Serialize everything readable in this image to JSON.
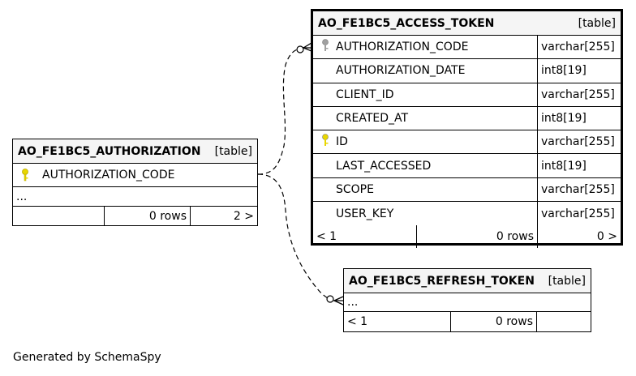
{
  "access_token": {
    "name": "AO_FE1BC5_ACCESS_TOKEN",
    "kind": "[table]",
    "columns": [
      {
        "name": "AUTHORIZATION_CODE",
        "type": "varchar[255]",
        "key": "foreign"
      },
      {
        "name": "AUTHORIZATION_DATE",
        "type": "int8[19]",
        "key": "none"
      },
      {
        "name": "CLIENT_ID",
        "type": "varchar[255]",
        "key": "none"
      },
      {
        "name": "CREATED_AT",
        "type": "int8[19]",
        "key": "none"
      },
      {
        "name": "ID",
        "type": "varchar[255]",
        "key": "primary"
      },
      {
        "name": "LAST_ACCESSED",
        "type": "int8[19]",
        "key": "none"
      },
      {
        "name": "SCOPE",
        "type": "varchar[255]",
        "key": "none"
      },
      {
        "name": "USER_KEY",
        "type": "varchar[255]",
        "key": "none"
      }
    ],
    "footer": {
      "parents": "< 1",
      "rows": "0 rows",
      "children": "0 >"
    }
  },
  "authorization": {
    "name": "AO_FE1BC5_AUTHORIZATION",
    "kind": "[table]",
    "columns": [
      {
        "name": "AUTHORIZATION_CODE",
        "key": "primary"
      }
    ],
    "ellipsis": "...",
    "footer": {
      "parents": "",
      "rows": "0 rows",
      "children": "2 >"
    }
  },
  "refresh_token": {
    "name": "AO_FE1BC5_REFRESH_TOKEN",
    "kind": "[table]",
    "ellipsis": "...",
    "footer": {
      "parents": "< 1",
      "rows": "0 rows",
      "children": ""
    }
  },
  "generated_by": "Generated by SchemaSpy",
  "colors": {
    "primary_key": "#e8d600",
    "foreign_key": "#a0a0a0",
    "header_bg": "#f5f5f5"
  }
}
